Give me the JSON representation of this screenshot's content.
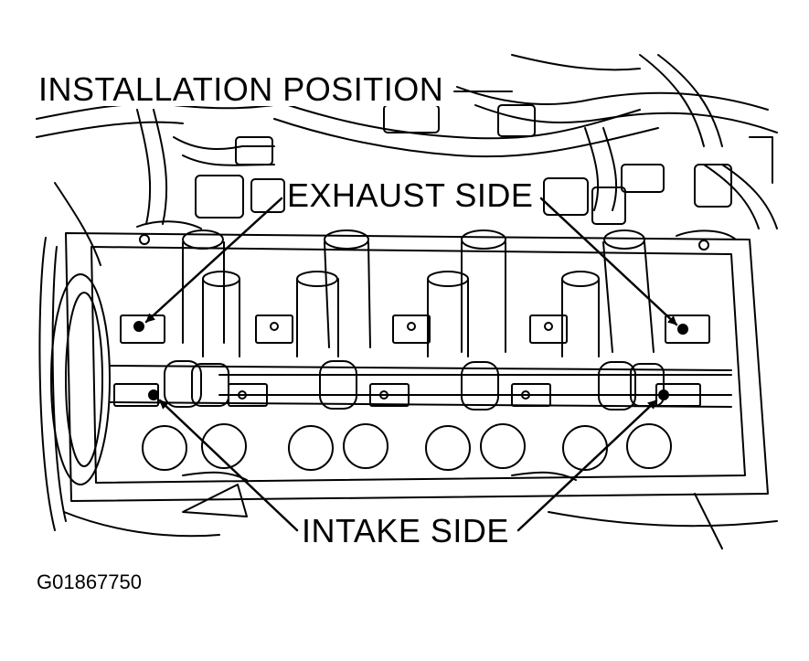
{
  "labels": {
    "installation_position": "INSTALLATION POSITION",
    "exhaust_side": "EXHAUST SIDE",
    "intake_side": "INTAKE SIDE"
  },
  "figure_id": "G01867750",
  "colors": {
    "line": "#000000",
    "background": "#ffffff"
  }
}
